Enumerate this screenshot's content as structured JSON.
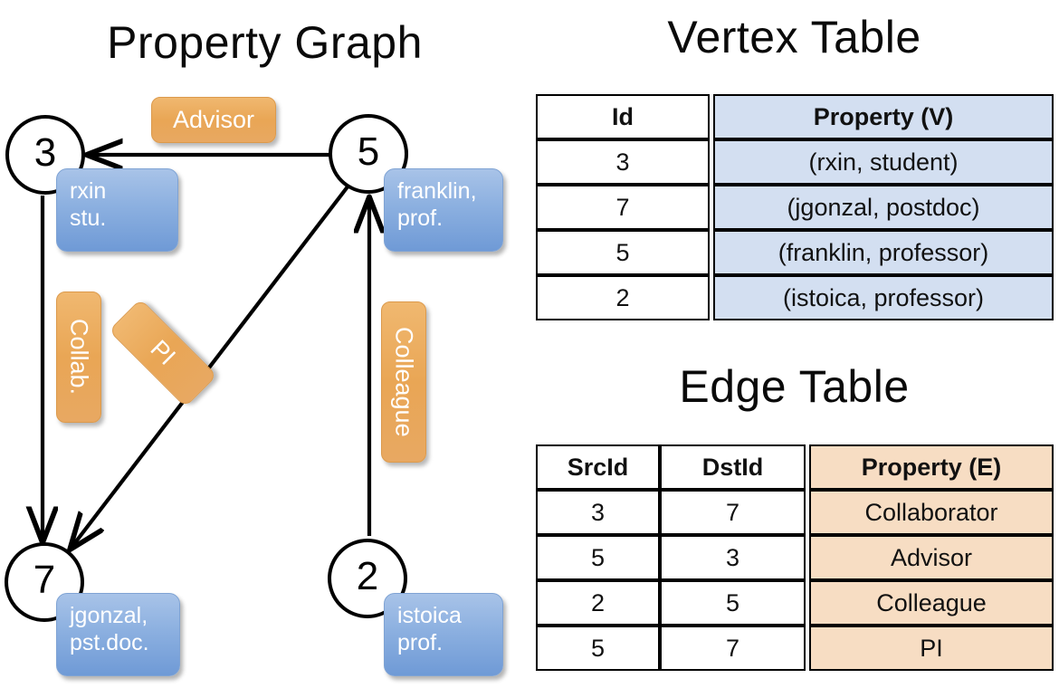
{
  "titles": {
    "property_graph": "Property Graph",
    "vertex_table": "Vertex Table",
    "edge_table": "Edge Table"
  },
  "colors": {
    "vertex_cell": "#d3dff1",
    "edge_cell": "#f7ddc3",
    "property_box": "#8cb0e0",
    "edge_label_box": "#e9a655",
    "stroke": "#000000",
    "background": "#ffffff"
  },
  "graph": {
    "nodes": [
      {
        "id": "3",
        "property": "rxin\nstu."
      },
      {
        "id": "5",
        "property": "franklin,\nprof."
      },
      {
        "id": "7",
        "property": "jgonzal,\npst.doc."
      },
      {
        "id": "2",
        "property": "istoica\nprof."
      }
    ],
    "node_labels": {
      "n3": "3",
      "n5": "5",
      "n7": "7",
      "n2": "2"
    },
    "property_labels": {
      "p3_line1": "rxin",
      "p3_line2": "stu.",
      "p5_line1": "franklin,",
      "p5_line2": "prof.",
      "p7_line1": "jgonzal,",
      "p7_line2": "pst.doc.",
      "p2_line1": "istoica",
      "p2_line2": "prof."
    },
    "edge_labels": {
      "advisor": "Advisor",
      "collab": "Collab.",
      "pi": "PI",
      "colleague": "Colleague"
    },
    "edges": [
      {
        "from": "5",
        "to": "3",
        "label": "Advisor"
      },
      {
        "from": "3",
        "to": "7",
        "label": "Collab."
      },
      {
        "from": "5",
        "to": "7",
        "label": "PI"
      },
      {
        "from": "2",
        "to": "5",
        "label": "Colleague"
      }
    ]
  },
  "vertex_table": {
    "headers": [
      "Id",
      "Property (V)"
    ],
    "rows": [
      {
        "id": "3",
        "property": "(rxin, student)"
      },
      {
        "id": "7",
        "property": "(jgonzal, postdoc)"
      },
      {
        "id": "5",
        "property": "(franklin, professor)"
      },
      {
        "id": "2",
        "property": "(istoica, professor)"
      }
    ]
  },
  "edge_table": {
    "headers": [
      "SrcId",
      "DstId",
      "Property (E)"
    ],
    "rows": [
      {
        "src": "3",
        "dst": "7",
        "property": "Collaborator"
      },
      {
        "src": "5",
        "dst": "3",
        "property": "Advisor"
      },
      {
        "src": "2",
        "dst": "5",
        "property": "Colleague"
      },
      {
        "src": "5",
        "dst": "7",
        "property": "PI"
      }
    ]
  }
}
